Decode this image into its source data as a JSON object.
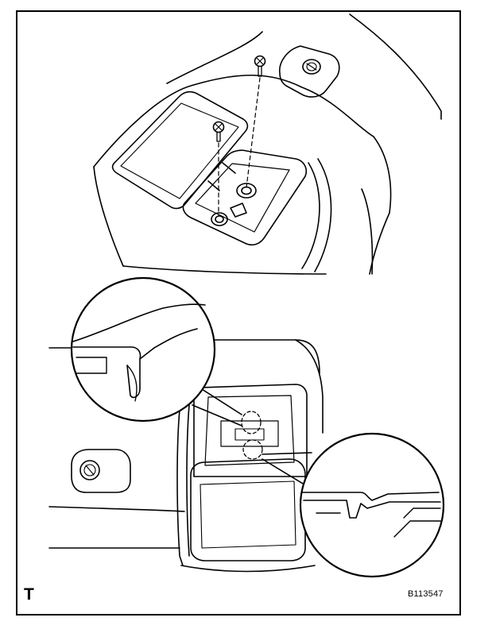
{
  "page": {
    "corner_letter": "T",
    "figure_code": "B113547"
  },
  "colors": {
    "ink": "#000000",
    "paper": "#ffffff"
  },
  "figure": {
    "upper_view": [
      "console-body",
      "console-lid-open",
      "screw-left",
      "screw-right",
      "screw-cap"
    ],
    "lower_view": [
      "console-opening",
      "lid",
      "screw-cap",
      "detail-circle-claw",
      "detail-circle-hinge"
    ]
  }
}
